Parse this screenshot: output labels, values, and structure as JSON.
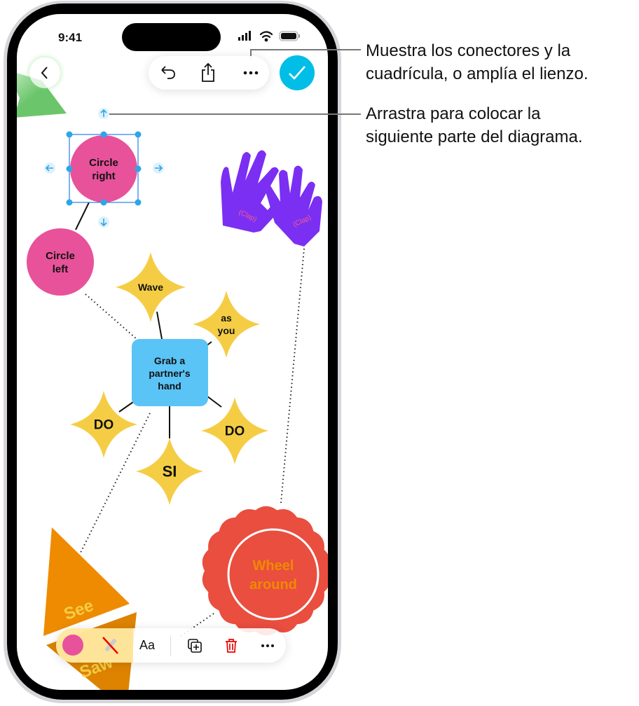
{
  "status_bar": {
    "time": "9:41"
  },
  "top_toolbar": {
    "back": "chevron-left-icon",
    "undo": "undo-icon",
    "share": "share-icon",
    "more": "ellipsis-icon",
    "done": "checkmark-icon",
    "accent_color": "#00BEE6"
  },
  "callouts": [
    {
      "lines": [
        "Muestra los conectores y la",
        "cuadrícula, o amplía el lienzo."
      ]
    },
    {
      "lines": [
        "Arrastra para colocar la",
        "siguiente parte del diagrama."
      ]
    }
  ],
  "canvas": {
    "circle_right": {
      "line1": "Circle",
      "line2": "right",
      "color": "#E8529A"
    },
    "circle_left": {
      "line1": "Circle",
      "line2": "left",
      "color": "#E8529A"
    },
    "hands": {
      "label1": "(Clap)",
      "label2": "(Clap)",
      "color": "#7B2FF2"
    },
    "center_box": {
      "lines": [
        "Grab a",
        "partner's",
        "hand"
      ],
      "color": "#5BC4F6"
    },
    "stars": [
      {
        "lines": [
          "Wave"
        ]
      },
      {
        "lines": [
          "as",
          "you"
        ]
      },
      {
        "lines": [
          "DO"
        ]
      },
      {
        "lines": [
          "DO"
        ]
      },
      {
        "lines": [
          "SI"
        ]
      }
    ],
    "star_color": "#F5CD45",
    "wheel": {
      "line1": "Wheel",
      "line2": "around",
      "color": "#E94E3F",
      "text_color": "#F08A00"
    },
    "triangles": {
      "label1": "See",
      "label2": "Saw",
      "color": "#EE8B00"
    }
  },
  "bottom_toolbar": {
    "fill_color": "#E8529A",
    "stroke": "no-stroke-icon",
    "text_style": "Aa",
    "duplicate": "duplicate-icon",
    "delete": "trash-icon",
    "more": "ellipsis-icon"
  }
}
